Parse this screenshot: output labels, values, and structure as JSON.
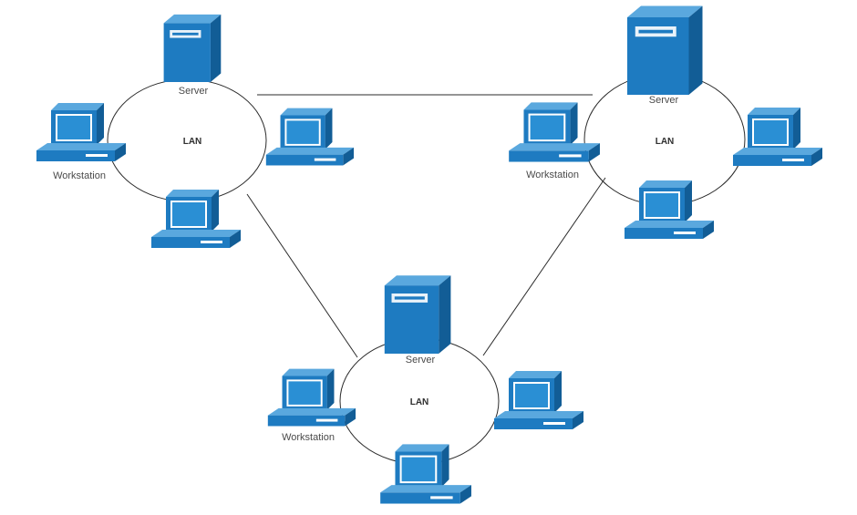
{
  "diagram": {
    "colors": {
      "device_front": "#1e7bc1",
      "device_top": "#5aa8de",
      "device_side": "#125d96",
      "screen_inner": "#2a8fd4",
      "line": "#2b2b2b",
      "background": "#ffffff"
    },
    "icon_names": [
      "server-icon",
      "workstation-icon"
    ],
    "lan_top_left": {
      "server_label": "Server",
      "lan_label": "LAN",
      "workstation_label": "Workstation"
    },
    "lan_top_right": {
      "server_label": "Server",
      "lan_label": "LAN",
      "workstation_label": "Workstation"
    },
    "lan_bottom": {
      "server_label": "Server",
      "lan_label": "LAN",
      "workstation_label": "Workstation"
    }
  }
}
